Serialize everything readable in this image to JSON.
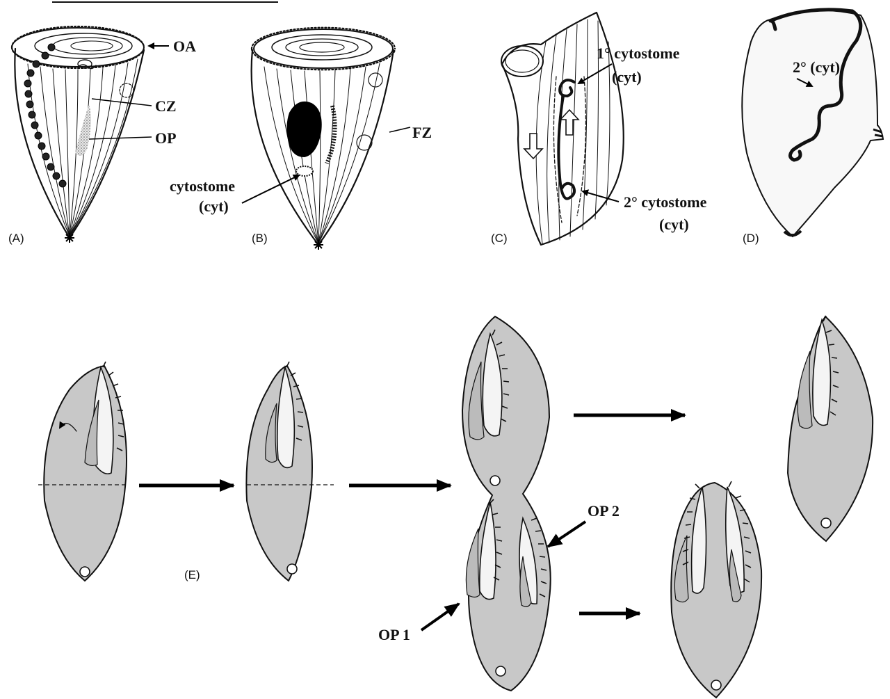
{
  "labels": {
    "oa": "OA",
    "cz": "CZ",
    "op": "OP",
    "fz": "FZ",
    "cytostome": "cytostome",
    "cyt_paren": "(cyt)",
    "primary_cytostome": "1° cytostome",
    "secondary_cytostome": "2° cytostome",
    "secondary_cyt": "2° (cyt)",
    "op1": "OP 1",
    "op2": "OP 2"
  },
  "panels": {
    "a": "(A)",
    "b": "(B)",
    "c": "(C)",
    "d": "(D)",
    "e": "(E)"
  },
  "colors": {
    "cell_fill": "#c8c8c8",
    "ink": "#111111",
    "background": "#ffffff"
  }
}
